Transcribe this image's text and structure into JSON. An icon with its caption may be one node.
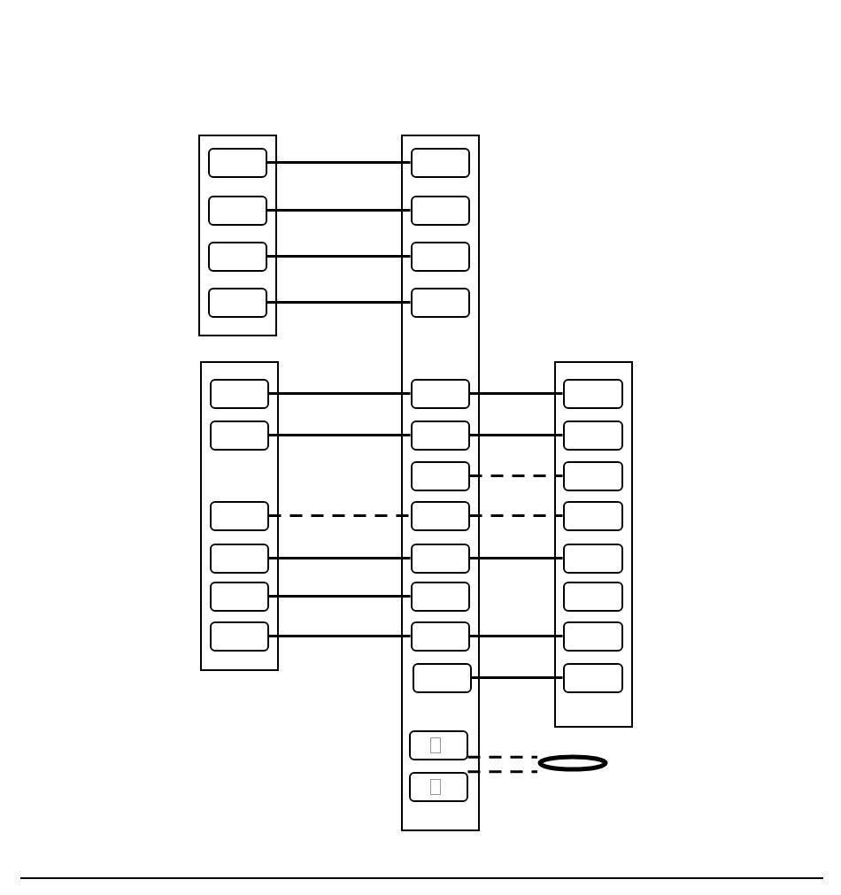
{
  "diagram": {
    "nodes": [
      {
        "text": [],
        "shape": "box"
      },
      {
        "text": [],
        "shape": "box",
        "in": 0
      },
      {
        "text": [],
        "shape": "box",
        "in": 0
      },
      {
        "text": [],
        "shape": "box",
        "in": 0
      },
      {
        "text": [],
        "shape": "box",
        "in": 0
      },
      {
        "text": [],
        "shape": "box"
      },
      {
        "text": [],
        "shape": "box",
        "in": 5
      },
      {
        "text": [],
        "shape": "box",
        "in": 5
      },
      {
        "text": [],
        "shape": "box",
        "in": 5
      },
      {
        "text": [],
        "shape": "box",
        "in": 5
      },
      {
        "text": [],
        "shape": "box",
        "in": 5
      },
      {
        "text": [],
        "shape": "box",
        "in": 5
      },
      {
        "text": [],
        "shape": "box",
        "in": 5
      },
      {
        "text": [],
        "shape": "box",
        "in": 5
      },
      {
        "text": [],
        "shape": "box",
        "in": 5
      },
      {
        "text": [],
        "shape": "box",
        "in": 5
      },
      {
        "text": [],
        "shape": "box",
        "in": 5
      },
      {
        "text": [],
        "shape": "box",
        "in": 5
      },
      {
        "text": [],
        "shape": "box",
        "in": 5
      },
      {
        "text": [],
        "shape": "box",
        "in": 5
      },
      {
        "text": [],
        "shape": "box"
      },
      {
        "text": [],
        "shape": "box",
        "in": 20
      },
      {
        "text": [],
        "shape": "box",
        "in": 20
      },
      {
        "text": [],
        "shape": "box",
        "in": 20
      },
      {
        "text": [],
        "shape": "box",
        "in": 20
      },
      {
        "text": [],
        "shape": "box",
        "in": 20
      },
      {
        "text": [],
        "shape": "box",
        "in": 20
      },
      {
        "text": [],
        "shape": "box"
      },
      {
        "text": [],
        "shape": "box",
        "in": 27
      },
      {
        "text": [],
        "shape": "box",
        "in": 27
      },
      {
        "text": [],
        "shape": "box",
        "in": 27
      },
      {
        "text": [],
        "shape": "box",
        "in": 27
      },
      {
        "text": [],
        "shape": "box",
        "in": 27
      },
      {
        "text": [],
        "shape": "box",
        "in": 27
      },
      {
        "text": [],
        "shape": "box",
        "in": 27
      },
      {
        "text": [],
        "shape": "box",
        "in": 27
      },
      {
        "text": [],
        "shape": "ellipse"
      }
    ],
    "edges": [
      {
        "from": 1,
        "to": 6,
        "arrow": "none"
      },
      {
        "from": 2,
        "to": 7,
        "arrow": "none"
      },
      {
        "from": 3,
        "to": 8,
        "arrow": "none"
      },
      {
        "from": 4,
        "to": 9,
        "arrow": "none"
      },
      {
        "from": 21,
        "to": 10,
        "arrow": "none"
      },
      {
        "from": 22,
        "to": 11,
        "arrow": "none"
      },
      {
        "from": 23,
        "to": 13,
        "arrow": "none",
        "style": "dashed"
      },
      {
        "from": 24,
        "to": 14,
        "arrow": "none"
      },
      {
        "from": 25,
        "to": 15,
        "arrow": "none"
      },
      {
        "from": 26,
        "to": 16,
        "arrow": "none"
      },
      {
        "from": 10,
        "to": 28,
        "arrow": "none"
      },
      {
        "from": 11,
        "to": 29,
        "arrow": "none"
      },
      {
        "from": 12,
        "to": 30,
        "arrow": "none",
        "style": "dashed"
      },
      {
        "from": 13,
        "to": 31,
        "arrow": "none",
        "style": "dashed"
      },
      {
        "from": 14,
        "to": 32,
        "arrow": "none"
      },
      {
        "from": 16,
        "to": 34,
        "arrow": "none"
      },
      {
        "from": 17,
        "to": 35,
        "arrow": "none"
      },
      {
        "from": 18,
        "to": 36,
        "arrow": "none",
        "style": "dashed"
      },
      {
        "from": 19,
        "to": 36,
        "arrow": "none",
        "style": "dashed"
      }
    ]
  }
}
